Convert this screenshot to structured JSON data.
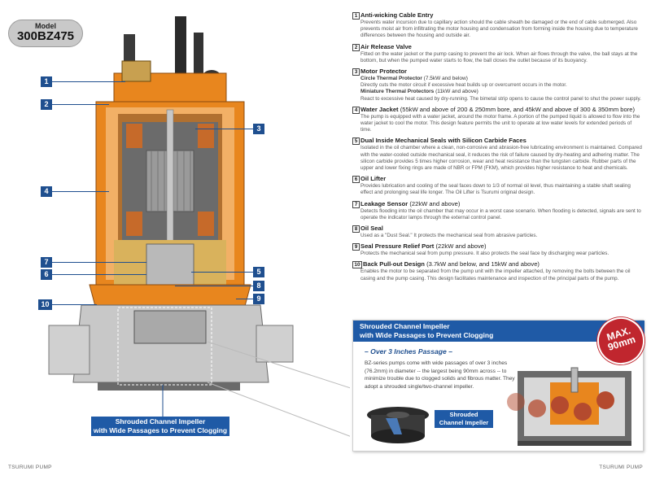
{
  "model": {
    "label": "Model",
    "value": "300BZ475"
  },
  "callouts": [
    "1",
    "2",
    "3",
    "4",
    "5",
    "6",
    "7",
    "8",
    "9",
    "10"
  ],
  "diagram_caption": [
    "Shrouded Channel Impeller",
    "with Wide Passages to Prevent Clogging"
  ],
  "features": [
    {
      "num": "1",
      "title": "Anti-wicking Cable Entry",
      "title_note": "",
      "body": "Prevents water incursion due to capillary action should the cable sheath be damaged or the end of cable submerged. Also prevents moist air from infiltrating the motor housing and condensation from forming inside the housing due to temperature differences between the housing and outside air."
    },
    {
      "num": "2",
      "title": "Air Release Valve",
      "title_note": "",
      "body": "Fitted on the water jacket or the pump casing to prevent the air lock. When air flows through the valve, the ball stays at the bottom, but when the pumped water starts to flow, the ball closes the outlet because of its buoyancy."
    },
    {
      "num": "3",
      "title": "Motor Protector",
      "title_note": "",
      "subs": [
        {
          "title": "Circle Thermal Protector",
          "note": "(7.5kW and below)",
          "body": "Directly cuts the motor circuit if excessive heat builds up or overcurrent occurs in the motor."
        },
        {
          "title": "Miniature Thermal Protectors",
          "note": "(11kW and above)",
          "body": "React to excessive heat caused by dry-running. The bimetal strip opens to cause the control panel to shut the power supply."
        }
      ]
    },
    {
      "num": "4",
      "title": "Water Jacket",
      "title_note": "(55kW and above of 200 & 250mm bore, and 45kW and above of 300 & 350mm bore)",
      "body": "The pump is equipped with a water jacket, around the motor frame. A portion of the pumped liquid is allowed to flow into the water jacket to cool the motor. This design feature permits the unit to operate at low water levels for extended periods of time."
    },
    {
      "num": "5",
      "title": "Dual Inside Mechanical Seals with Silicon Carbide Faces",
      "title_note": "",
      "body": "Isolated in the oil chamber where a clean, non-corrosive and abrasion-free lubricating environment is maintained. Compared with the water-cooled outside mechanical seal, it reduces the risk of failure caused by dry-heating and adhering matter. The silicon carbide provides 5 times higher corrosion, wear and heat resistance than the tungsten carbide. Rubber parts of the upper and lower fixing rings are made of NBR or FPM (FKM), which provides higher resistance to heat and chemicals."
    },
    {
      "num": "6",
      "title": "Oil Lifter",
      "title_note": "",
      "body": "Provides lubrication and cooling of the seal faces down to 1/3 of normal oil level, thus maintaining a stable shaft sealing effect and prolonging seal life longer. The Oil Lifter is Tsurumi original design."
    },
    {
      "num": "7",
      "title": "Leakage Sensor",
      "title_note": "(22kW and above)",
      "body": "Detects flooding into the oil chamber that may occur in a worst case scenario. When flooding is detected, signals are sent to operate the indicator lamps through the external control panel."
    },
    {
      "num": "8",
      "title": "Oil Seal",
      "title_note": "",
      "body": "Used as a \"Dust Seal.\" It protects the mechanical seal from abrasive particles."
    },
    {
      "num": "9",
      "title": "Seal Pressure Relief Port",
      "title_note": "(22kW and above)",
      "body": "Protects the mechanical seal from pump pressure. It also protects the seal face by discharging wear particles."
    },
    {
      "num": "10",
      "title": "Back Pull-out Design",
      "title_note": "(3.7kW and below, and 15kW and above)",
      "body": "Enables the motor to be separated from the pump unit with the impeller attached, by removing the bolts between the oil casing and the pump casing. This design facilitates maintenance and inspection of the principal parts of the pump."
    }
  ],
  "impeller_panel": {
    "header": [
      "Shrouded Channel Impeller",
      "with Wide Passages to Prevent Clogging"
    ],
    "subhead": "– Over 3 Inches Passage –",
    "body": "BZ-series pumps come with wide passages of over 3 inches (76.2mm) in diameter -- the largest being 90mm across -- to minimize trouble due to clogged solids and fibrous matter. They adopt a shrouded single/two-channel impeller.",
    "label": [
      "Shrouded",
      "Channel Impeller"
    ],
    "badge": [
      "MAX.",
      "90mm"
    ]
  },
  "footer": {
    "left": "TSURUMI PUMP",
    "right": "TSURUMI PUMP"
  },
  "colors": {
    "accent": "#1f5aa6",
    "callout": "#1f4f8f",
    "orange": "#e8861e",
    "badge": "#c0262e"
  }
}
